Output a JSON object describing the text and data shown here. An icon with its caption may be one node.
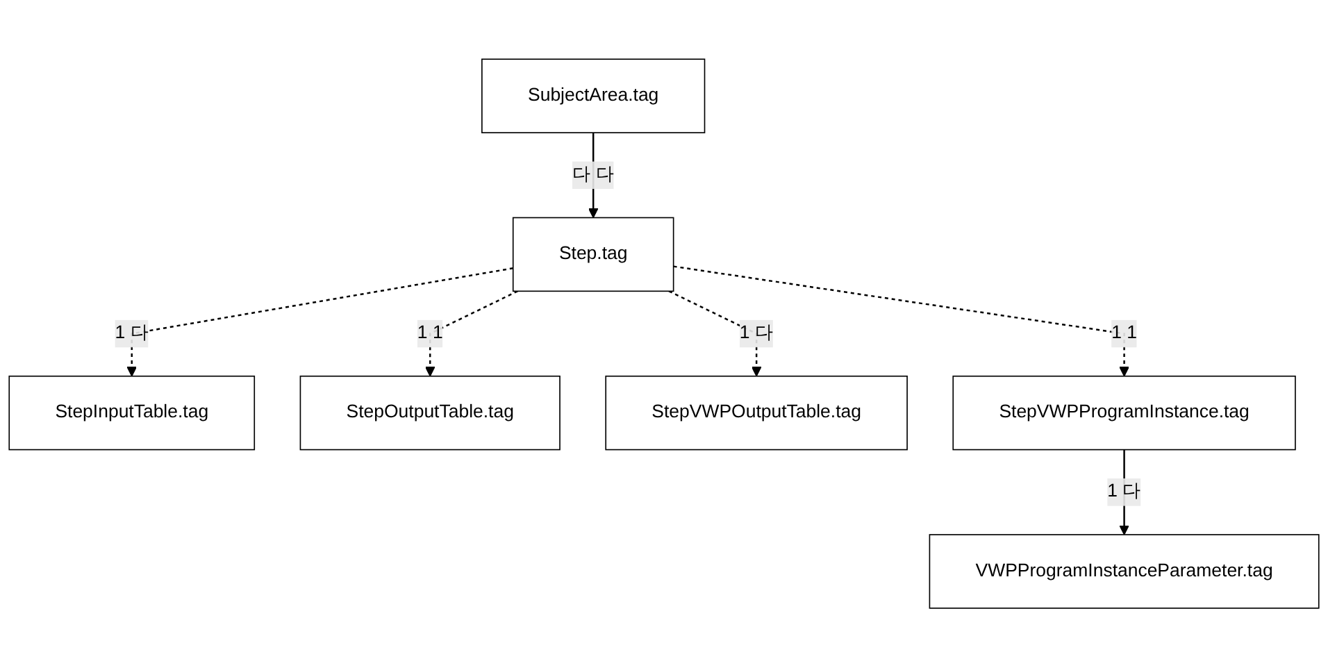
{
  "diagram": {
    "nodes": [
      {
        "text": [
          "SubjectArea.tag"
        ]
      },
      {
        "text": [
          "Step.tag"
        ]
      },
      {
        "text": [
          "StepInputTable.tag"
        ]
      },
      {
        "text": [
          "StepOutputTable.tag"
        ]
      },
      {
        "text": [
          "StepVWPOutputTable.tag"
        ]
      },
      {
        "text": [
          "StepVWPProgramInstance.tag"
        ]
      },
      {
        "text": [
          "VWPProgramInstanceParameter.tag"
        ]
      }
    ],
    "edges": [
      {
        "from": 0,
        "to": 1,
        "arrow": "to",
        "label": "다 다"
      },
      {
        "from": 1,
        "to": 2,
        "arrow": "to",
        "label": "1 다",
        "style": "dashed"
      },
      {
        "from": 1,
        "to": 3,
        "arrow": "to",
        "label": "1 1",
        "style": "dashed"
      },
      {
        "from": 1,
        "to": 5,
        "arrow": "to",
        "label": "1 1",
        "style": "dashed"
      },
      {
        "from": 1,
        "to": 4,
        "arrow": "to",
        "label": "1 다",
        "style": "dashed"
      },
      {
        "from": 5,
        "to": 6,
        "arrow": "to",
        "label": "1 다"
      }
    ]
  }
}
